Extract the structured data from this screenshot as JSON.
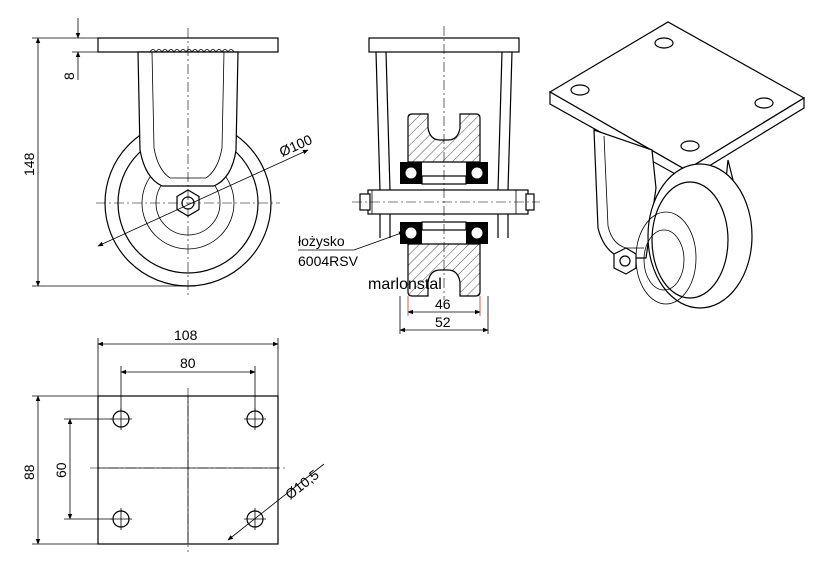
{
  "side_view": {
    "dim_top_plate": "8",
    "dim_height": "148",
    "dim_wheel_diameter": "Ø100"
  },
  "section_view": {
    "bearing_label_line1": "łożysko",
    "bearing_label_line2": "6004RSV",
    "brand": "marlonstal",
    "dim_tread_width": "46",
    "dim_hub_width": "52"
  },
  "top_view": {
    "dim_plate_length": "108",
    "dim_hole_spacing_x": "80",
    "dim_plate_width": "88",
    "dim_hole_spacing_y": "60",
    "dim_hole_diameter": "Ø10,5"
  }
}
